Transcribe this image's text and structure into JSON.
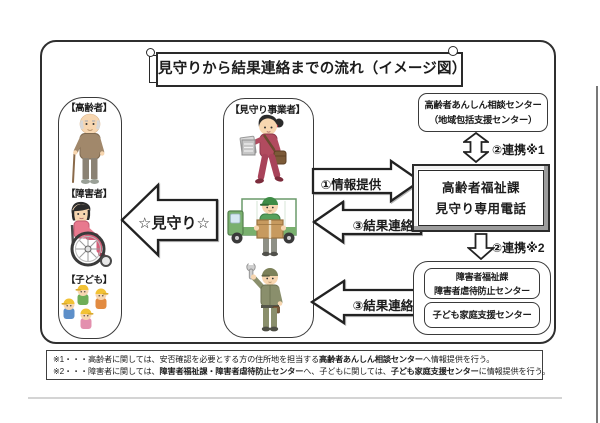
{
  "title": "見守りから結果連絡までの流れ（イメージ図）",
  "left_panel": {
    "groups": [
      {
        "label": "【高齢者】",
        "icon": "elderly-person-icon"
      },
      {
        "label": "【障害者】",
        "icon": "wheelchair-user-icon"
      },
      {
        "label": "【子ども】",
        "icon": "children-icon"
      }
    ]
  },
  "watch_arrow_label": "☆見守り☆",
  "center_panel": {
    "title": "【見守り事業者】",
    "icons": [
      "newspaper-delivery-woman-icon",
      "delivery-driver-truck-icon",
      "utility-worker-wrench-icon"
    ]
  },
  "arrows": {
    "info_provide": "①情報提供",
    "result_report_mid": "③結果連絡",
    "result_report_bottom": "③結果連絡",
    "link_1": "②連携※1",
    "link_2": "②連携※2"
  },
  "right_panel": {
    "anshin_center": {
      "line1": "高齢者あんしん相談センター",
      "line2": "（地域包括支援センター）"
    },
    "welfare_phone_box": {
      "line1": "高齢者福祉課",
      "line2": "見守り専用電話"
    },
    "shogai_box": {
      "line1": "障害者福祉課",
      "line2": "障害者虐待防止センター"
    },
    "kodomo_box": {
      "line1": "子ども家庭支援センター"
    }
  },
  "notes": {
    "n1p1": "※1・・・高齢者に関しては、安否確認を必要とする方の住所地を担当する",
    "n1p2": "高齢者あんしん相談センター",
    "n1p3": "へ情報提供を行う。",
    "n2p1": "※2・・・障害者に関しては、",
    "n2p2": "障害者福祉課・障害者虐待防止センター",
    "n2p3": "へ、子どもに関しては、",
    "n2p4": "子ども家庭支援センター",
    "n2p5": "に情報提供を行う。"
  },
  "colors": {
    "frame_border": "#2f2f2f",
    "arrow_fill": "#ffffff",
    "arrow_stroke": "#222222",
    "bevel_shadow": "#9c9c9c"
  }
}
